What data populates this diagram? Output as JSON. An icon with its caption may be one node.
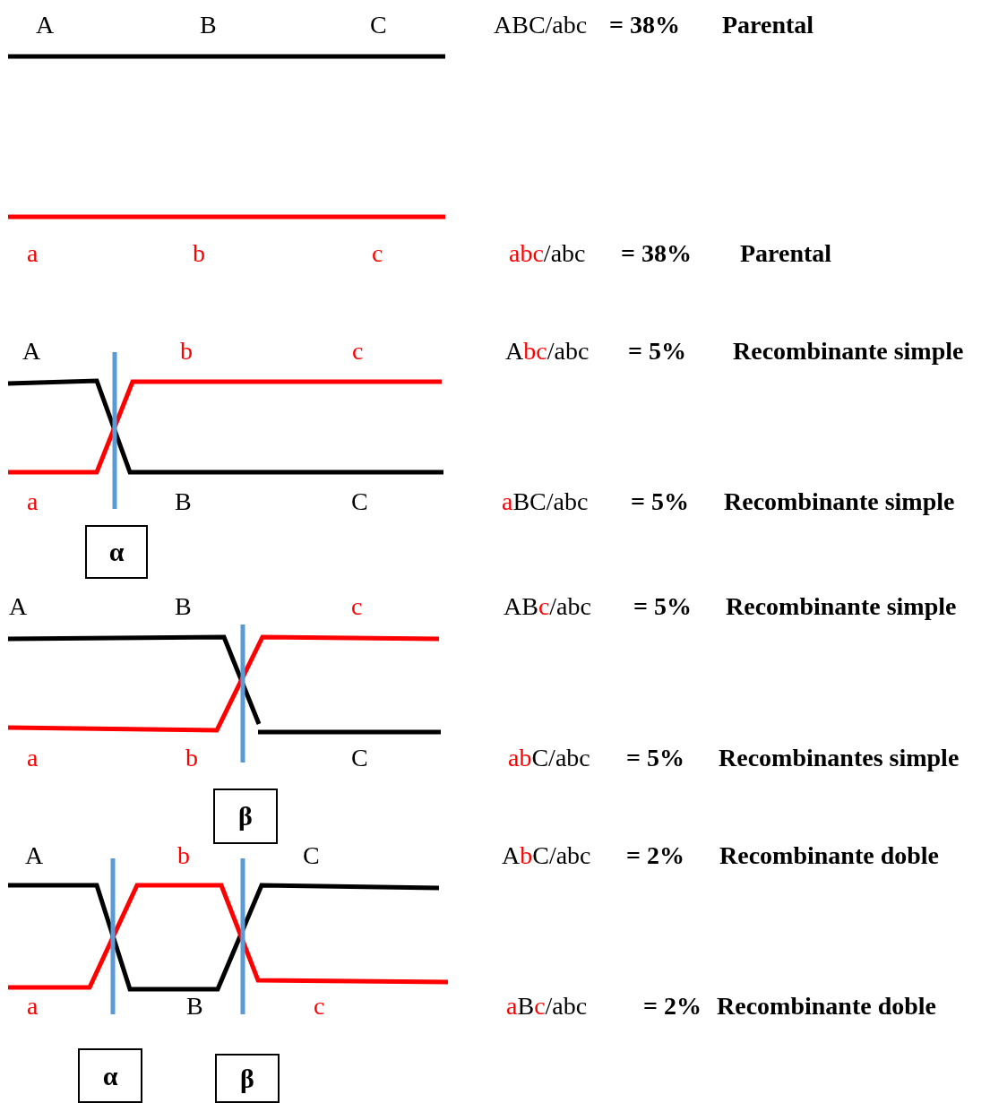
{
  "diagram": {
    "nodes": [
      {
        "text": [
          "α"
        ]
      },
      {
        "text": [
          "β"
        ]
      },
      {
        "text": [
          "α"
        ]
      },
      {
        "text": [
          "β"
        ]
      }
    ],
    "labels": [
      "A",
      "B",
      "C",
      "ABC/abc",
      "= 38%",
      "Parental",
      "a",
      "b",
      "c",
      "abc/abc",
      "= 38%",
      "Parental",
      "A",
      "b",
      "c",
      "Abc/abc",
      "= 5%",
      "Recombinante simple",
      "a",
      "B",
      "C",
      "aBC/abc",
      "= 5%",
      "Recombinante simple",
      "A",
      "B",
      "c",
      "ABc/abc",
      "= 5%",
      "Recombinante simple",
      "a",
      "b",
      "C",
      "abC/abc",
      "= 5%",
      "Recombinantes simple",
      "A",
      "b",
      "C",
      "AbC/abc",
      "= 2%",
      "Recombinante doble",
      "a",
      "B",
      "c",
      "aBc/abc",
      "= 2%",
      "Recombinante doble"
    ]
  }
}
